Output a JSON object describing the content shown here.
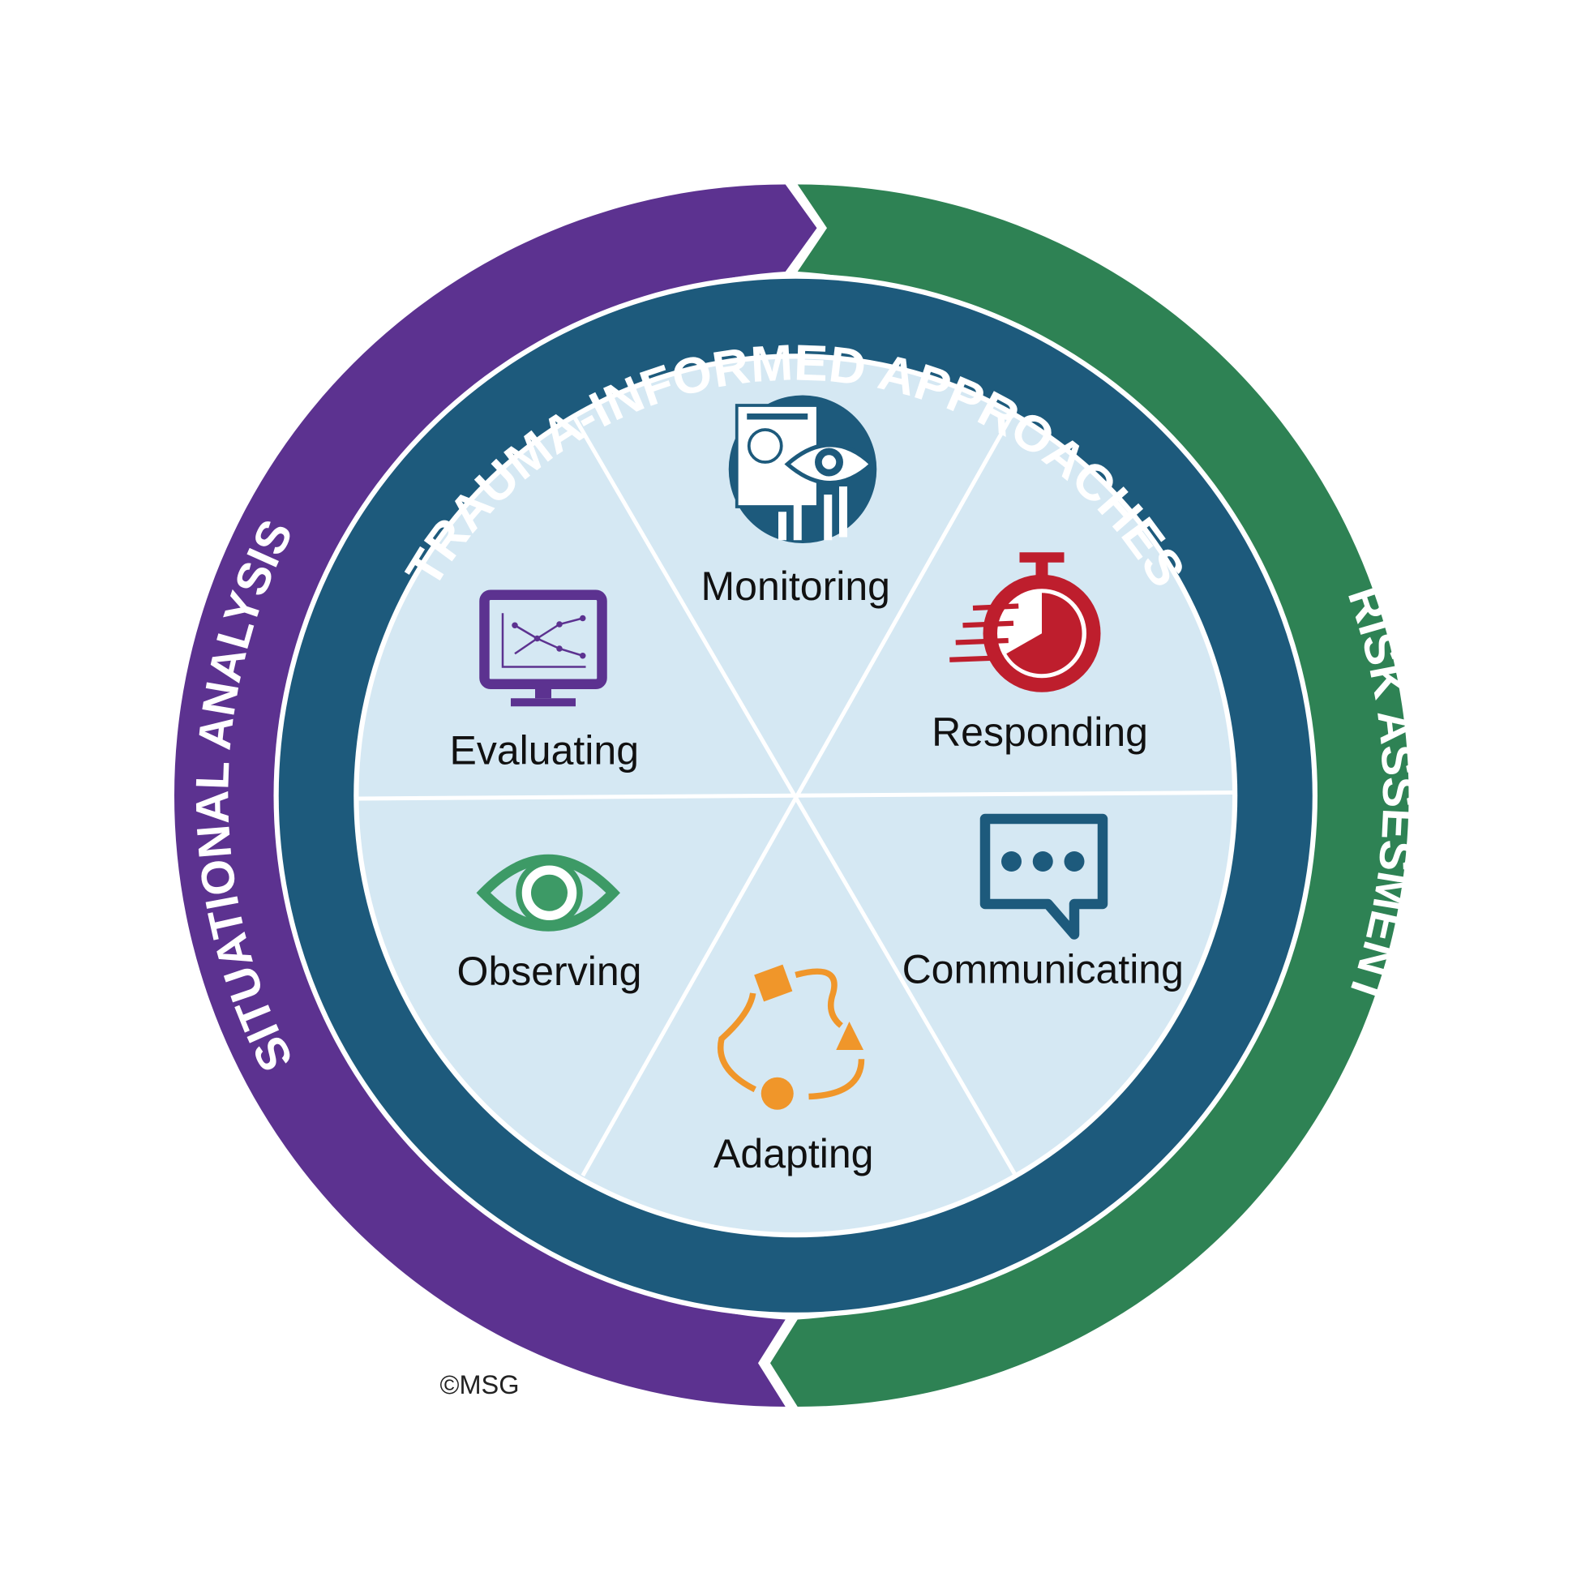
{
  "outer_ring": {
    "left_label": "SITUATIONAL ANALYSIS",
    "right_label": "RISK ASSESMENT",
    "left_color": "#5c3290",
    "right_color": "#2e8254"
  },
  "middle_ring": {
    "label": "TRAUMA-INFORMED APPROACHES",
    "color": "#1d5a7c"
  },
  "inner_fill": "#d5e8f3",
  "segments": [
    {
      "label": "Monitoring",
      "icon": "monitoring-report-eye-icon",
      "color": "#1d5a7c"
    },
    {
      "label": "Responding",
      "icon": "stopwatch-icon",
      "color": "#be1e2d"
    },
    {
      "label": "Communicating",
      "icon": "chat-bubble-icon",
      "color": "#1d5a7c"
    },
    {
      "label": "Adapting",
      "icon": "cycle-shapes-icon",
      "color": "#f0962a"
    },
    {
      "label": "Observing",
      "icon": "eye-icon",
      "color": "#3d9a66"
    },
    {
      "label": "Evaluating",
      "icon": "monitor-chart-icon",
      "color": "#5c3290"
    }
  ],
  "copyright": "©MSG"
}
